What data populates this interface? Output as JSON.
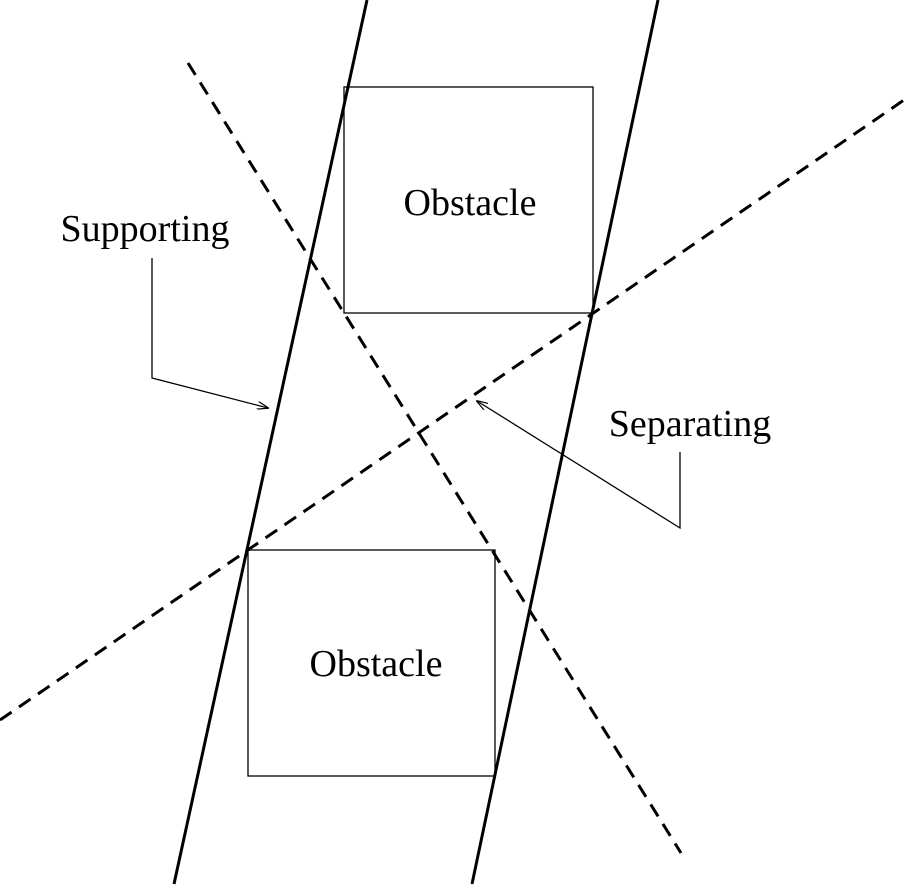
{
  "labels": {
    "obstacle_top": "Obstacle",
    "obstacle_bottom": "Obstacle",
    "supporting": "Supporting",
    "separating": "Separating"
  },
  "colors": {
    "line": "#000000",
    "background": "#ffffff"
  }
}
